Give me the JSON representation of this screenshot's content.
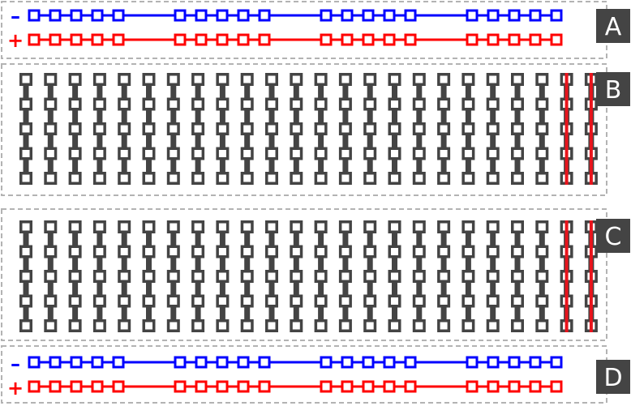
{
  "sections": [
    {
      "id": "A",
      "label": "A",
      "type": "rail"
    },
    {
      "id": "B",
      "label": "B",
      "type": "terminal"
    },
    {
      "id": "C",
      "label": "C",
      "type": "terminal"
    },
    {
      "id": "D",
      "label": "D",
      "type": "rail"
    }
  ],
  "rails": {
    "negative_symbol": "–",
    "positive_symbol": "+",
    "holes_per_group": 5,
    "groups": 4
  },
  "terminal_strips": {
    "columns": 24,
    "rows_per_strip": 5,
    "highlighted_columns_from_right": 2
  },
  "colors": {
    "negative": "#0000ff",
    "positive": "#ff0000",
    "strip": "#444444",
    "highlight": "#e8141c",
    "border": "#b3b3b3",
    "label_bg": "#444444",
    "label_text": "#ffffff"
  }
}
